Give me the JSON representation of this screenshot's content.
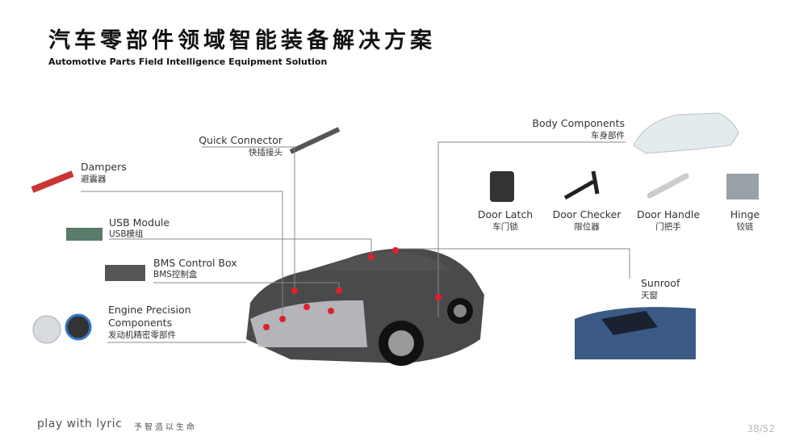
{
  "header": {
    "title": "汽车零部件领域智能装备解决方案",
    "subtitle": "Automotive Parts Field Intelligence Equipment Solution"
  },
  "parts": {
    "quick_connector": {
      "en": "Quick Connector",
      "cn": "快插接头"
    },
    "dampers": {
      "en": "Dampers",
      "cn": "避震器"
    },
    "usb_module": {
      "en": "USB Module",
      "cn": "USB模组"
    },
    "bms_box": {
      "en": "BMS Control Box",
      "cn": "BMS控制盒"
    },
    "engine": {
      "en1": "Engine Precision",
      "en2": "Components",
      "cn": "发动机精密零部件"
    },
    "body": {
      "en": "Body Components",
      "cn": "车身部件"
    },
    "door_latch": {
      "en": "Door Latch",
      "cn": "车门锁"
    },
    "door_checker": {
      "en": "Door Checker",
      "cn": "限位器"
    },
    "door_handle": {
      "en": "Door Handle",
      "cn": "门把手"
    },
    "hinge": {
      "en": "Hinge",
      "cn": "铰链"
    },
    "sunroof": {
      "en": "Sunroof",
      "cn": "天窗"
    }
  },
  "footer": {
    "brand": "play with lyric",
    "slogan": "予智造以生命",
    "page": "38/52"
  },
  "colors": {
    "marker": "#e0202a",
    "line": "#888888"
  }
}
